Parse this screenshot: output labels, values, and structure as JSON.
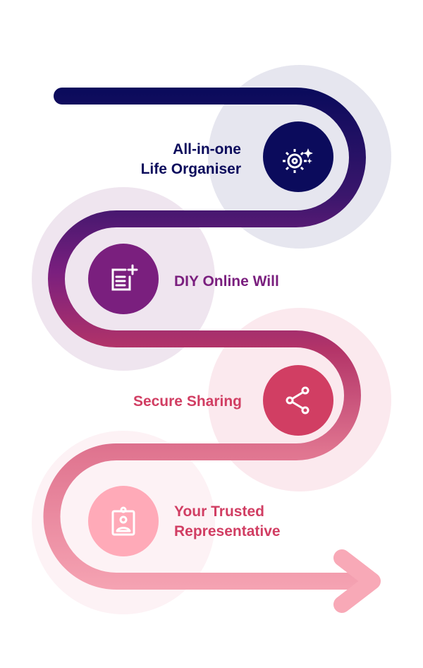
{
  "steps": [
    {
      "title_lines": [
        "All-in-one",
        "Life Organiser"
      ],
      "icon": "gear-sparkle-icon",
      "color": "#0b0b5c"
    },
    {
      "title_lines": [
        "DIY Online Will"
      ],
      "icon": "document-add-icon",
      "color": "#7a1f7e"
    },
    {
      "title_lines": [
        "Secure Sharing"
      ],
      "icon": "share-icon",
      "color": "#d13e63"
    },
    {
      "title_lines": [
        "Your Trusted",
        "Representative"
      ],
      "icon": "id-badge-icon",
      "color": "#ffaab8"
    }
  ]
}
